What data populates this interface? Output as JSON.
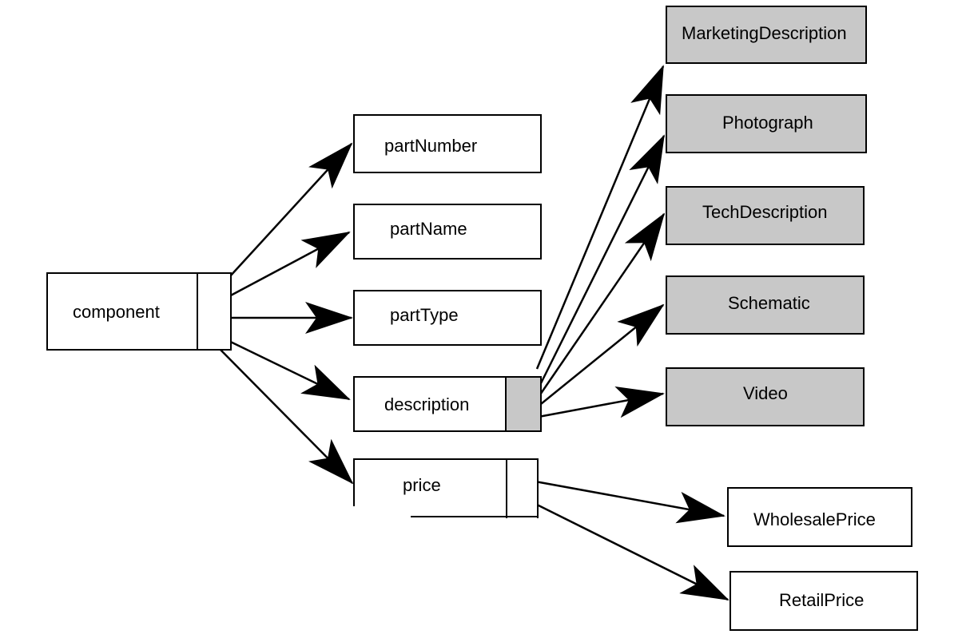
{
  "root": {
    "label": "component"
  },
  "children": {
    "partNumber": "partNumber",
    "partName": "partName",
    "partType": "partType",
    "description": "description",
    "price": "price"
  },
  "description_children": {
    "marketing": "MarketingDescription",
    "photograph": "Photograph",
    "tech": "TechDescription",
    "schematic": "Schematic",
    "video": "Video"
  },
  "price_children": {
    "wholesale": "WholesalePrice",
    "retail": "RetailPrice"
  },
  "colors": {
    "shaded": "#c8c8c8",
    "line": "#000000"
  }
}
